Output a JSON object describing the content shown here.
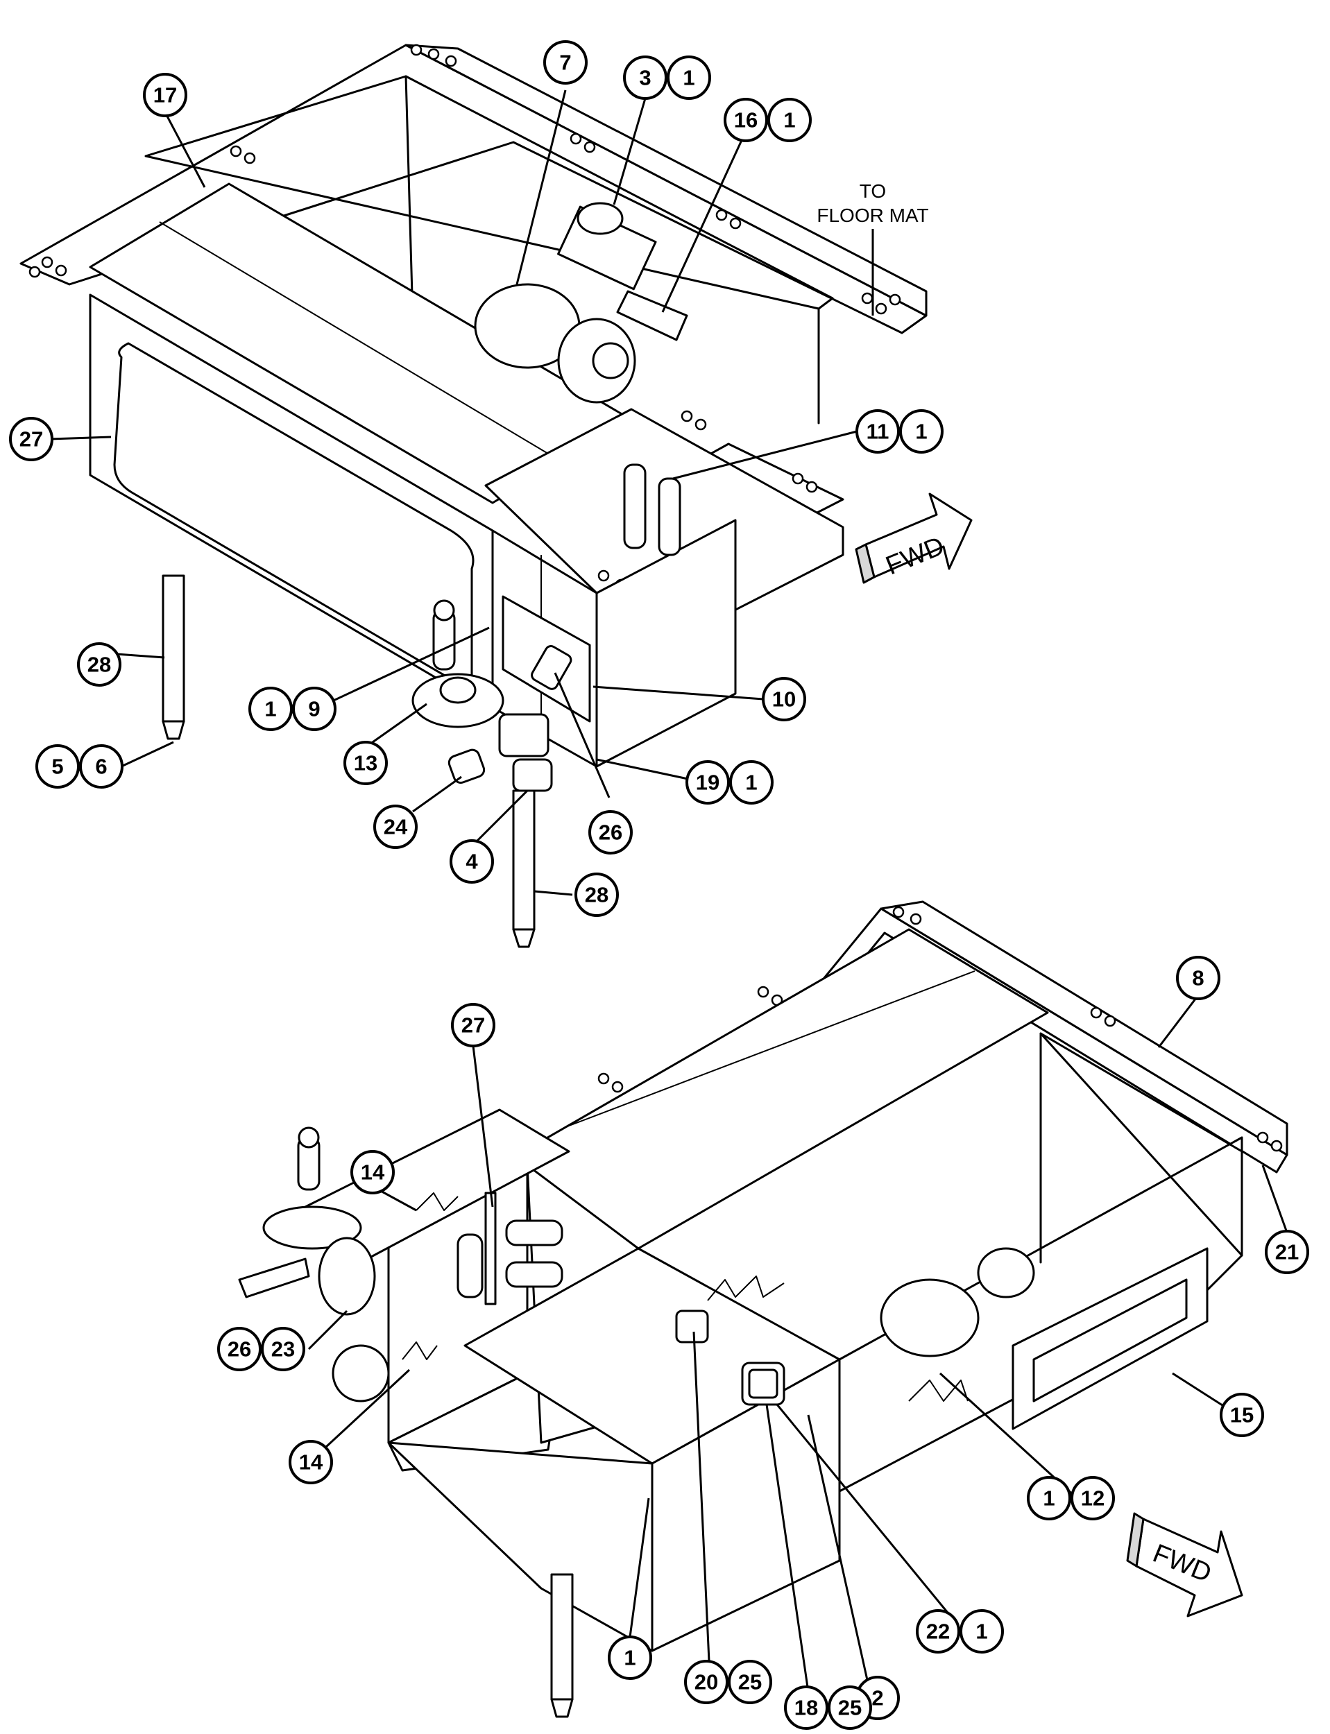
{
  "note_to_floor_mat": [
    "TO",
    "FLOOR MAT"
  ],
  "fwd_label": "FWD",
  "callouts": {
    "upper": [
      "17",
      "7",
      "3",
      "1",
      "16",
      "1",
      "11",
      "1",
      "27",
      "28",
      "1",
      "9",
      "13",
      "5",
      "6",
      "24",
      "4",
      "26",
      "10",
      "19",
      "1",
      "28"
    ],
    "lower": [
      "8",
      "27",
      "14",
      "21",
      "26",
      "23",
      "14",
      "15",
      "1",
      "12",
      "22",
      "1",
      "1",
      "20",
      "25",
      "2",
      "18",
      "25"
    ]
  }
}
